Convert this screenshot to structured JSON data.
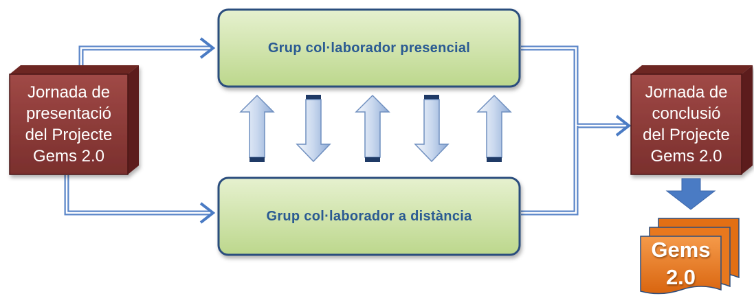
{
  "start_box": {
    "lines": [
      "Jornada de",
      "presentació",
      "del Projecte",
      "Gems 2.0"
    ]
  },
  "top_group": {
    "label": "Grup col·laborador presencial"
  },
  "bottom_group": {
    "label": "Grup col·laborador a distància"
  },
  "end_box": {
    "lines": [
      "Jornada de",
      "conclusió",
      "del Projecte",
      "Gems 2.0"
    ]
  },
  "output_docs": {
    "lines": [
      "Gems",
      "2.0"
    ]
  },
  "colors": {
    "maroon_box": "#8b3a38",
    "green_box": "#cde3a5",
    "navy_border": "#1f3a66",
    "connector_blue": "#4a7bc4",
    "orange_doc": "#e8781e",
    "label_blue": "#2a5a92"
  }
}
